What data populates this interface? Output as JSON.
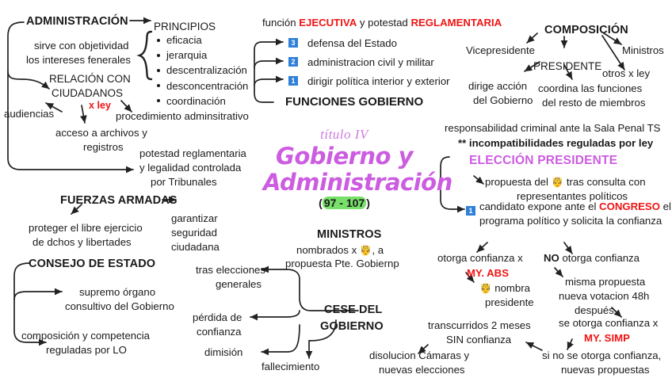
{
  "title_block": {
    "eyebrow": "título IV",
    "line1": "Gobierno y",
    "line2": "Administración",
    "range_open": "(",
    "range": "97 - 107",
    "range_close": ")",
    "highlight_color": "#78e06a",
    "title_color": "#cc5ce0"
  },
  "administracion": {
    "heading": "ADMINISTRACIÓN",
    "serve_1": "sirve con objetividad",
    "serve_2": "los intereses fenerales",
    "relacion_1": "RELACIÓN CON",
    "relacion_2": "CIUDADANOS",
    "x_ley": "x ley",
    "audiencias": "audiencias",
    "procedimiento": "procedimiento adminsitrativo",
    "acceso_1": "acceso a archivos y",
    "acceso_2": "registros",
    "potestad_1": "potestad reglamentaria",
    "potestad_2": "y legalidad controlada",
    "potestad_3": "por Tribunales"
  },
  "principios": {
    "heading": "PRINCIPIOS",
    "items": [
      "eficacia",
      "jerarquia",
      "descentralización",
      "desconcentración",
      "coordinación"
    ]
  },
  "funciones_gobierno": {
    "top_pre": "función ",
    "top_red1": "EJECUTIVA",
    "top_mid": " y potestad ",
    "top_red2": "REGLAMENTARIA",
    "heading": "FUNCIONES GOBIERNO",
    "items": [
      {
        "num": "3",
        "label": "defensa del Estado"
      },
      {
        "num": "2",
        "label": "administracion civil y militar"
      },
      {
        "num": "1",
        "label": "dirigir política interior y exterior"
      }
    ]
  },
  "composicion": {
    "heading": "COMPOSICIÓN",
    "vicepresidente": "Vicepresidente",
    "presidente": "PRESIDENTE",
    "ministros": "Ministros",
    "otros": "otros x ley",
    "dirige_1": "dirige acción",
    "dirige_2": "del Gobierno",
    "coordina_1": "coordina las funciones",
    "coordina_2": "del resto de miembros"
  },
  "responsabilidad": {
    "line1": "responsabilidad criminal ante la Sala Penal TS",
    "line2": "** incompatibilidades reguladas por ley"
  },
  "eleccion": {
    "heading": "ELECCIÓN PRESIDENTE",
    "propuesta_pre": "propuesta del ",
    "propuesta_emoji": "🤴",
    "propuesta_post": " tras consulta con",
    "propuesta_2": "representantes políticos",
    "badge": "1",
    "candidato_pre": "candidato expone ante el ",
    "candidato_red": "CONGRESO",
    "candidato_post": " el",
    "candidato_2": "programa político y solicita la confianza",
    "otorga_1": "otorga confianza x",
    "my_abs": "MY. ABS",
    "nombra_emoji": "🤴",
    "nombra_1": " nombra",
    "nombra_2": "presidente",
    "no_otorga_b": "NO",
    "no_otorga_rest": " otorga confianza",
    "misma_1": "misma propuesta",
    "misma_2": "nueva votacion 48h",
    "misma_3": "después",
    "se_otorga": "se otorga confianza x",
    "my_simp": "MY. SIMP",
    "si_no_1": "si no se otorga confianza,",
    "si_no_2": "nuevas propuestas",
    "transcurridos_1": "transcurridos 2 meses",
    "transcurridos_2": "SIN confianza",
    "disolucion_1": "disolucion Cámaras y",
    "disolucion_2": "nuevas elecciones"
  },
  "fuerzas_armadas": {
    "heading": "FUERZAS ARMADAS",
    "proteger_1": "proteger el libre ejercicio",
    "proteger_2": "de dchos y libertades",
    "garantizar_1": "garantizar",
    "garantizar_2": "seguridad",
    "garantizar_3": "ciudadana"
  },
  "consejo_estado": {
    "heading": "CONSEJO DE ESTADO",
    "supremo_1": "supremo órgano",
    "supremo_2": "consultivo del Gobierno",
    "composicion_1": "composición y competencia",
    "composicion_2": "reguladas por LO"
  },
  "ministros": {
    "heading": "MINISTROS",
    "nombrados_pre": "nombrados x ",
    "nombrados_emoji": "🤴",
    "nombrados_post": ", a",
    "propuesta": "propuesta Pte. Gobiernp"
  },
  "cese": {
    "heading_1": "CESE DEL",
    "heading_2": "GOBIERNO",
    "tras_1": "tras elecciones",
    "tras_2": "generales",
    "perdida_1": "pérdida de",
    "perdida_2": "confianza",
    "dimision": "dimisión",
    "fallecimiento": "fallecimiento"
  }
}
